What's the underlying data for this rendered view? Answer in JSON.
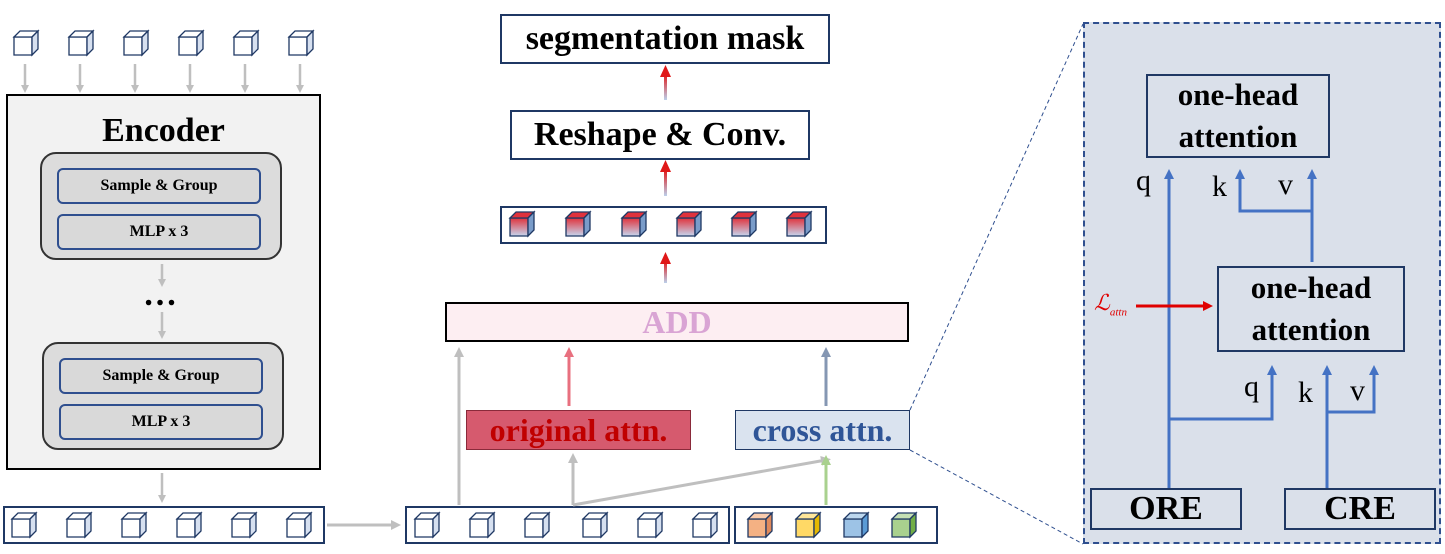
{
  "encoder": {
    "title": "Encoder",
    "stage1": {
      "sample_group": "Sample & Group",
      "mlp": "MLP x 3"
    },
    "ellipsis": "…",
    "stage2": {
      "sample_group": "Sample & Group",
      "mlp": "MLP x 3"
    }
  },
  "pipeline": {
    "segmentation_mask": "segmentation mask",
    "reshape_conv": "Reshape & Conv.",
    "add": "ADD",
    "original_attn": "original attn.",
    "cross_attn": "cross attn."
  },
  "detail": {
    "top_attention": "one-head attention",
    "mid_attention": "one-head attention",
    "loss_label": "ℒ",
    "loss_sub": "attn",
    "q_top": "q",
    "k_top": "k",
    "v_top": "v",
    "q_mid": "q",
    "k_mid": "k",
    "v_mid": "v",
    "ore": "ORE",
    "cre": "CRE"
  },
  "colors": {
    "navy": "#1f3864",
    "arrow_gray": "#bfbfbf",
    "arrow_red": "#e8707f",
    "arrow_blue": "#8597b3",
    "arrow_green": "#a9d18e",
    "detail_blue": "#4472c4",
    "detail_bg": "#dae0ea",
    "add_fill": "#fdeef2",
    "add_text": "#d9a4d4",
    "original_fill": "#d65a6e",
    "original_text": "#c00000",
    "cross_fill": "#dae3ef",
    "cross_text": "#2f5597",
    "loss_red": "#e00000"
  }
}
